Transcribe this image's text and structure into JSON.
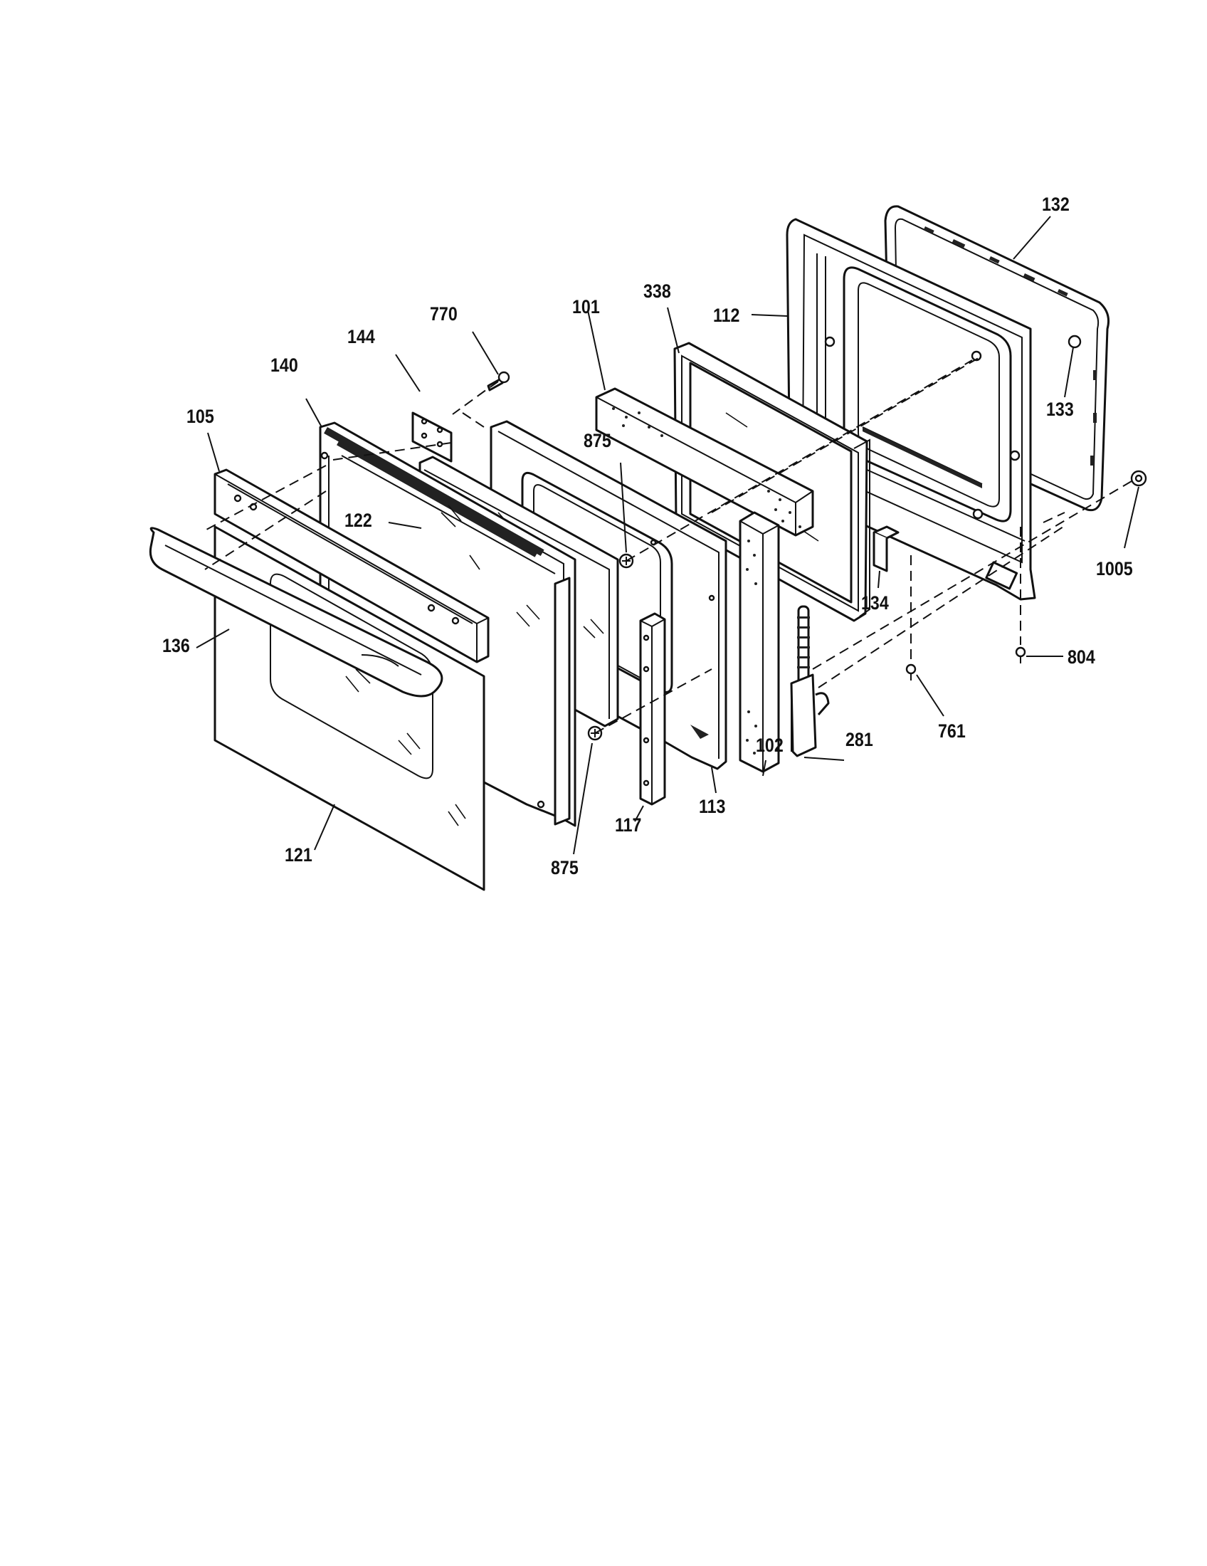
{
  "diagram": {
    "type": "exploded-parts-view",
    "callouts": [
      {
        "id": "c132",
        "label": "132"
      },
      {
        "id": "c112",
        "label": "112"
      },
      {
        "id": "c338",
        "label": "338"
      },
      {
        "id": "c101",
        "label": "101"
      },
      {
        "id": "c770",
        "label": "770"
      },
      {
        "id": "c144",
        "label": "144"
      },
      {
        "id": "c140",
        "label": "140"
      },
      {
        "id": "c105",
        "label": "105"
      },
      {
        "id": "c133",
        "label": "133"
      },
      {
        "id": "c875a",
        "label": "875"
      },
      {
        "id": "c122",
        "label": "122"
      },
      {
        "id": "c1005",
        "label": "1005"
      },
      {
        "id": "c134",
        "label": "134"
      },
      {
        "id": "c136",
        "label": "136"
      },
      {
        "id": "c804",
        "label": "804"
      },
      {
        "id": "c761",
        "label": "761"
      },
      {
        "id": "c102",
        "label": "102"
      },
      {
        "id": "c281",
        "label": "281"
      },
      {
        "id": "c113",
        "label": "113"
      },
      {
        "id": "c117",
        "label": "117"
      },
      {
        "id": "c121",
        "label": "121"
      },
      {
        "id": "c875b",
        "label": "875"
      }
    ]
  }
}
